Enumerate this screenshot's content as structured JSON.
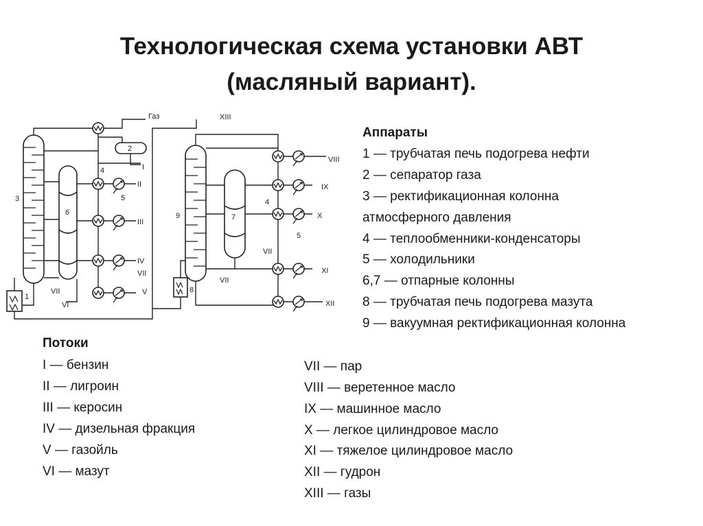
{
  "title": {
    "line1": "Технологическая схема установки АВТ",
    "line2": "(масляный вариант)."
  },
  "apparatus": {
    "heading": "Аппараты",
    "items": [
      "1 — трубчатая печь подогрева нефти",
      " 2 — сепаратор газа",
      " 3 — ректификационная колонна",
      "атмосферного давления",
      " 4 — теплообменники-конденсаторы",
      " 5 — холодильники",
      " 6,7 — отпарные колонны",
      " 8 — трубчатая печь подогрева мазута",
      " 9 — вакуумная ректификационная колонна"
    ]
  },
  "streams": {
    "heading": "Потоки",
    "left": [
      "I — бензин",
      " II — лигроин",
      " III — керосин",
      " IV — дизельная фракция",
      "V — газойль",
      " VI — мазут"
    ],
    "right": [
      "VII — пар",
      " VIII — веретенное масло",
      " IX — машинное масло",
      " X — легкое цилиндровое масло",
      " XI — тяжелое цилиндровое масло",
      " XII — гудрон",
      " XIII — газы"
    ]
  },
  "diagram": {
    "labels": {
      "gas": "Газ",
      "n1": "1",
      "n2": "2",
      "n3": "3",
      "n4a": "4",
      "n5a": "5",
      "n6": "6",
      "n7": "7",
      "n8": "8",
      "n9": "9",
      "n4b": "4",
      "n5b": "5",
      "s1": "I",
      "s2": "II",
      "s3": "III",
      "s4": "IV",
      "s7a": "VII",
      "s5": "V",
      "s7b": "VII",
      "s6": "VI",
      "s7c": "VII",
      "s7d": "VII",
      "s8": "VIII",
      "s9": "IX",
      "s10": "X",
      "s11": "XI",
      "s12": "XII",
      "s13": "XIII"
    }
  }
}
